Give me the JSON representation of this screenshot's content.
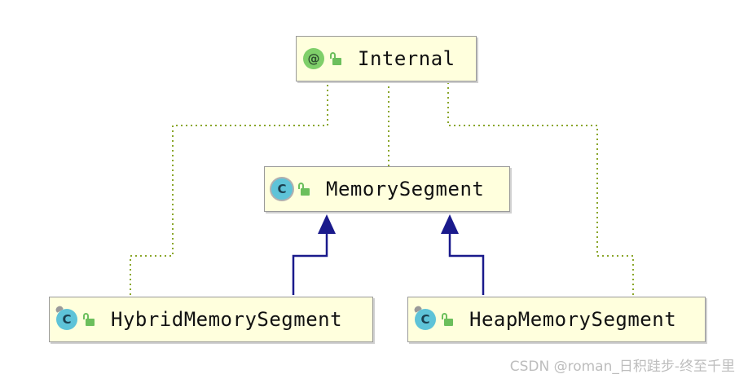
{
  "nodes": {
    "internal": {
      "name": "Internal",
      "kind": "annotation",
      "icon": "annotation-icon",
      "glyph": "@"
    },
    "memory": {
      "name": "MemorySegment",
      "kind": "abstract-class",
      "icon": "abstract-class-icon",
      "glyph": "C"
    },
    "hybrid": {
      "name": "HybridMemorySegment",
      "kind": "class",
      "icon": "class-icon",
      "glyph": "C"
    },
    "heap": {
      "name": "HeapMemorySegment",
      "kind": "class",
      "icon": "class-icon",
      "glyph": "C"
    }
  },
  "edges": [
    {
      "from": "memory",
      "to": "internal",
      "type": "annotated-by",
      "style": "dotted"
    },
    {
      "from": "hybrid",
      "to": "internal",
      "type": "annotated-by",
      "style": "dotted"
    },
    {
      "from": "heap",
      "to": "internal",
      "type": "annotated-by",
      "style": "dotted"
    },
    {
      "from": "hybrid",
      "to": "memory",
      "type": "extends",
      "style": "solid-arrow"
    },
    {
      "from": "heap",
      "to": "memory",
      "type": "extends",
      "style": "solid-arrow"
    }
  ],
  "colors": {
    "node_fill": "#ffffdd",
    "node_border": "#9a9a9a",
    "dotted_edge": "#8aa62a",
    "extends_edge": "#1a1a8c",
    "annotation_icon": "#7fcf6a",
    "class_icon": "#5ec3d8",
    "public_lock": "#6cbf5c"
  },
  "watermark": "CSDN @roman_日积跬步-终至千里"
}
